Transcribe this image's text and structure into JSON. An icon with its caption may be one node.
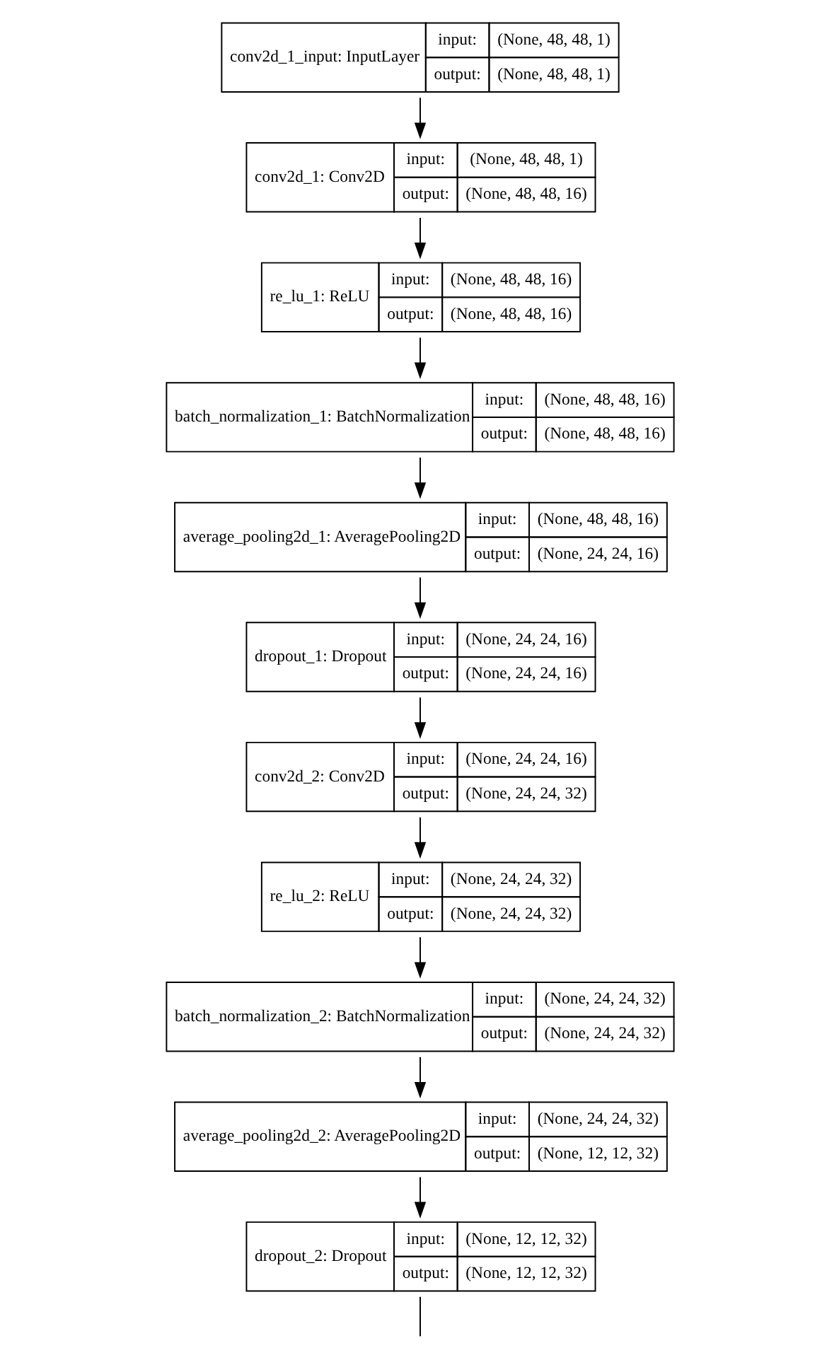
{
  "diagram": {
    "nodes": [
      {
        "text": [
          "conv2d_1_input: InputLayer",
          "input:",
          "(None, 48, 48, 1)",
          "output:",
          "(None, 48, 48, 1)"
        ]
      },
      {
        "text": [
          "conv2d_1: Conv2D",
          "input:",
          "(None, 48, 48, 1)",
          "output:",
          "(None, 48, 48, 16)"
        ]
      },
      {
        "text": [
          "re_lu_1: ReLU",
          "input:",
          "(None, 48, 48, 16)",
          "output:",
          "(None, 48, 48, 16)"
        ]
      },
      {
        "text": [
          "batch_normalization_1: BatchNormalization",
          "input:",
          "(None, 48, 48, 16)",
          "output:",
          "(None, 48, 48, 16)"
        ]
      },
      {
        "text": [
          "average_pooling2d_1: AveragePooling2D",
          "input:",
          "(None, 48, 48, 16)",
          "output:",
          "(None, 24, 24, 16)"
        ]
      },
      {
        "text": [
          "dropout_1: Dropout",
          "input:",
          "(None, 24, 24, 16)",
          "output:",
          "(None, 24, 24, 16)"
        ]
      },
      {
        "text": [
          "conv2d_2: Conv2D",
          "input:",
          "(None, 24, 24, 16)",
          "output:",
          "(None, 24, 24, 32)"
        ]
      },
      {
        "text": [
          "re_lu_2: ReLU",
          "input:",
          "(None, 24, 24, 32)",
          "output:",
          "(None, 24, 24, 32)"
        ]
      },
      {
        "text": [
          "batch_normalization_2: BatchNormalization",
          "input:",
          "(None, 24, 24, 32)",
          "output:",
          "(None, 24, 24, 32)"
        ]
      },
      {
        "text": [
          "average_pooling2d_2: AveragePooling2D",
          "input:",
          "(None, 24, 24, 32)",
          "output:",
          "(None, 12, 12, 32)"
        ]
      },
      {
        "text": [
          "dropout_2: Dropout",
          "input:",
          "(None, 12, 12, 32)",
          "output:",
          "(None, 12, 12, 32)"
        ]
      }
    ],
    "edges": [
      {
        "from": 0,
        "to": 1,
        "arrow": "to"
      },
      {
        "from": 1,
        "to": 2,
        "arrow": "to"
      },
      {
        "from": 2,
        "to": 3,
        "arrow": "to"
      },
      {
        "from": 3,
        "to": 4,
        "arrow": "to"
      },
      {
        "from": 4,
        "to": 5,
        "arrow": "to"
      },
      {
        "from": 5,
        "to": 6,
        "arrow": "to"
      },
      {
        "from": 6,
        "to": 7,
        "arrow": "to"
      },
      {
        "from": 7,
        "to": 8,
        "arrow": "to"
      },
      {
        "from": 8,
        "to": 9,
        "arrow": "to"
      },
      {
        "from": 9,
        "to": 10,
        "arrow": "to"
      },
      {
        "from": 10,
        "to": null,
        "arrow": "none"
      }
    ]
  }
}
